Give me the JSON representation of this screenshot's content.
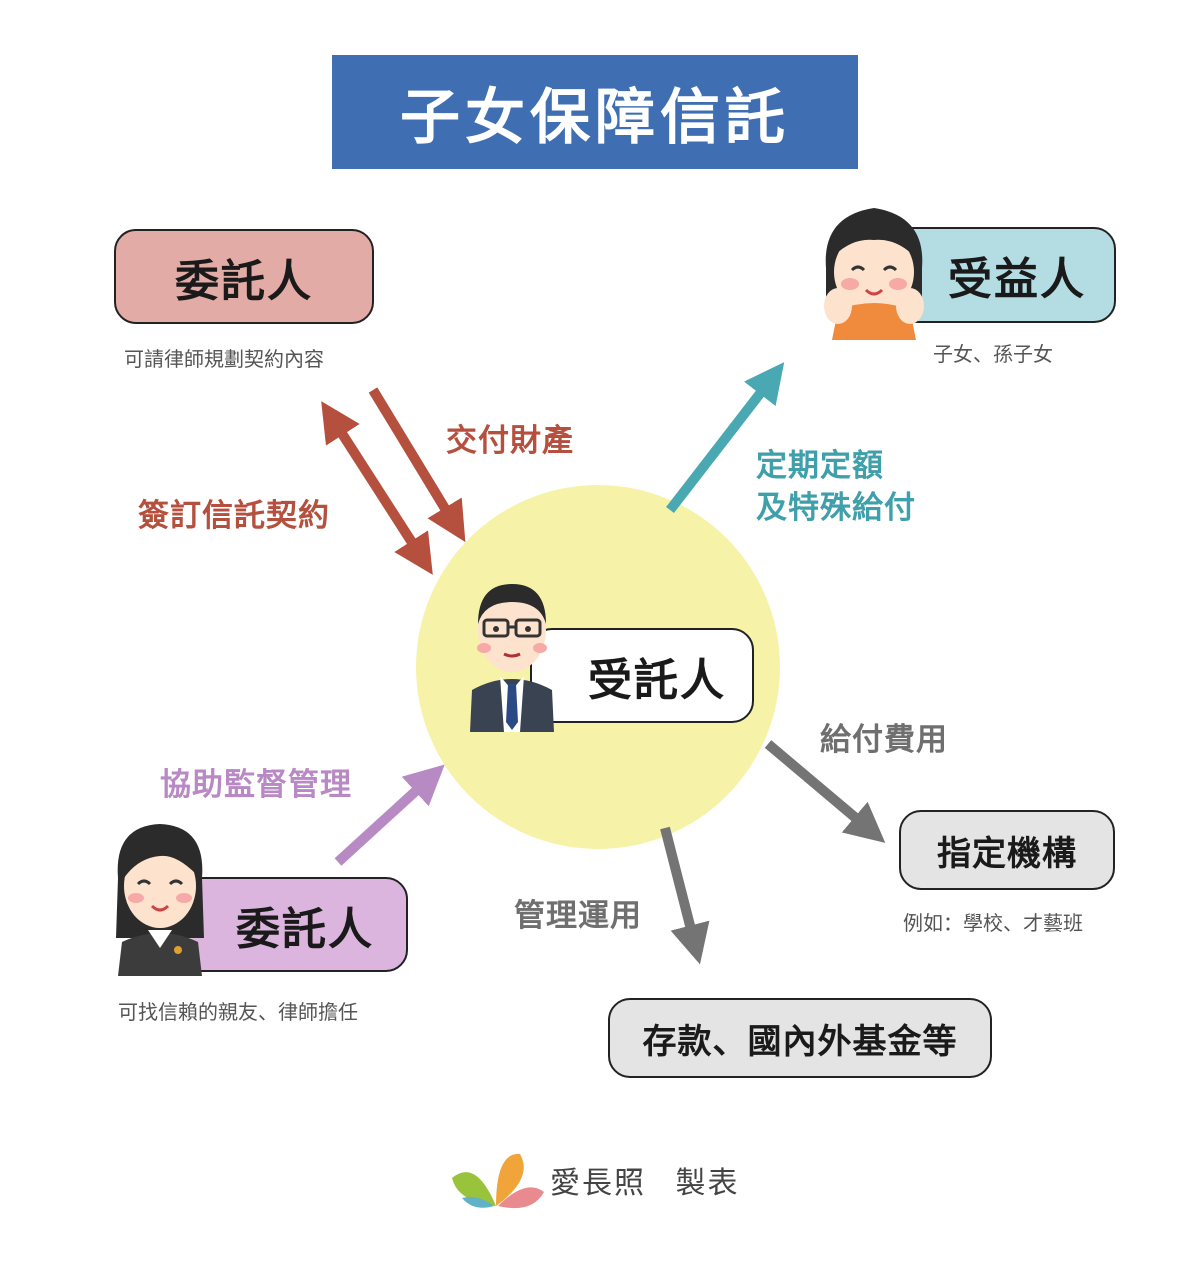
{
  "title": "子女保障信託",
  "settlor": {
    "label": "委託人",
    "note": "可請律師規劃契約內容"
  },
  "beneficiary": {
    "label": "受益人",
    "note": "子女、孫子女"
  },
  "trustee": {
    "label": "受託人"
  },
  "supervisor": {
    "label": "委託人",
    "note": "可找信賴的親友、律師擔任"
  },
  "institution": {
    "label": "指定機構",
    "note": "例如：學校、才藝班"
  },
  "assets": {
    "label": "存款、國內外基金等"
  },
  "arrows": {
    "sign_contract": "簽訂信託契約",
    "deliver_property": "交付財產",
    "regular_payment_line1": "定期定額",
    "regular_payment_line2": "及特殊給付",
    "assist_supervise": "協助監督管理",
    "pay_expenses": "給付費用",
    "manage_invest": "管理運用"
  },
  "footer": {
    "brand": "愛長照",
    "suffix": "製表"
  },
  "colors": {
    "title_bg": "#3f6fb2",
    "settlor_bg": "#e3aba5",
    "beneficiary_bg": "#b4dde3",
    "supervisor_bg": "#dbb5dd",
    "trustee_circle": "#f6f3a8",
    "arrow_red": "#b5503e",
    "arrow_teal": "#4aa8b2",
    "arrow_purple": "#b88ac4",
    "arrow_gray": "#747474"
  }
}
